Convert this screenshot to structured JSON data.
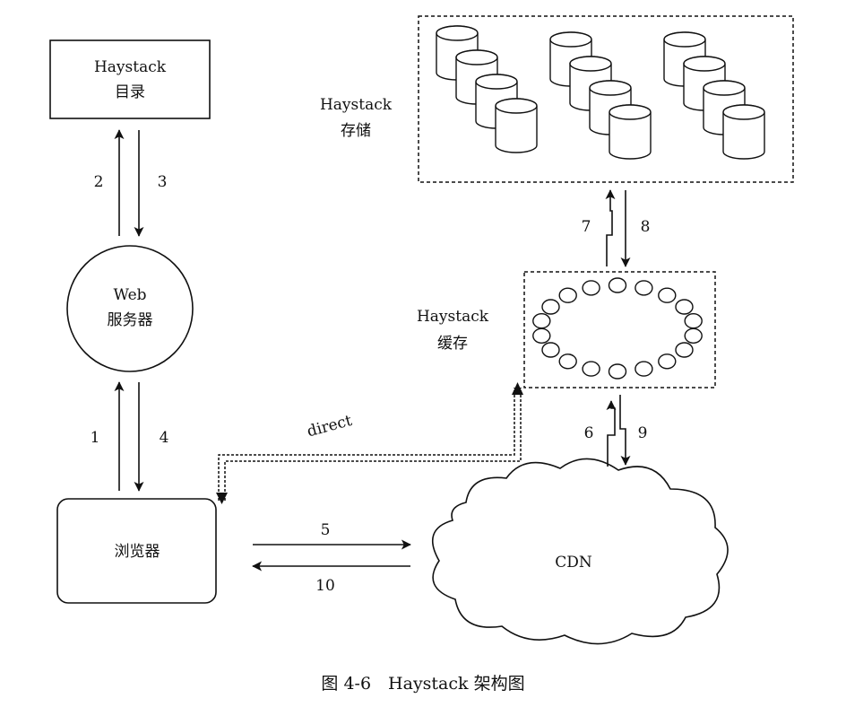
{
  "directory": {
    "line1": "Haystack",
    "line2": "目录"
  },
  "web_server": {
    "line1": "Web",
    "line2": "服务器"
  },
  "browser": {
    "label": "浏览器"
  },
  "storage": {
    "line1": "Haystack",
    "line2": "存储"
  },
  "cache": {
    "line1": "Haystack",
    "line2": "缓存"
  },
  "cdn": {
    "label": "CDN"
  },
  "direct_label": "direct",
  "steps": {
    "s1": "1",
    "s2": "2",
    "s3": "3",
    "s4": "4",
    "s5": "5",
    "s6": "6",
    "s7": "7",
    "s8": "8",
    "s9": "9",
    "s10": "10"
  },
  "caption": "图 4-6　Haystack 架构图"
}
